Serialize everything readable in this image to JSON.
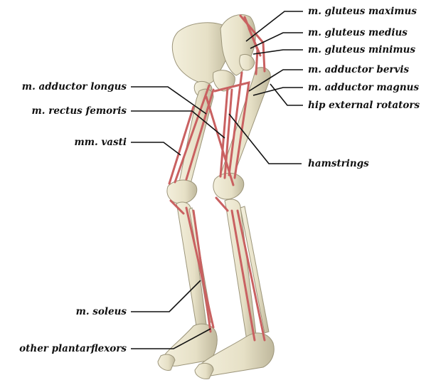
{
  "labels": {
    "gluteus_maximus": "m. gluteus maximus",
    "gluteus_medius": "m. gluteus medius",
    "gluteus_minimus": "m. gluteus minimus",
    "adductor_brevis": "m. adductor bervis",
    "adductor_magnus": "m. adductor magnus",
    "hip_external_rotators": "hip external rotators",
    "hamstrings": "hamstrings",
    "adductor_longus": "m. adductor longus",
    "rectus_femoris": "m. rectus femoris",
    "vasti": "mm. vasti",
    "soleus": "m. soleus",
    "other_plantarflexors": "other plantarflexors"
  },
  "colors": {
    "bone": "#e9e4cc",
    "bone_shadow": "#b9b296",
    "muscle": "#c96161",
    "leader_line": "#111111"
  }
}
